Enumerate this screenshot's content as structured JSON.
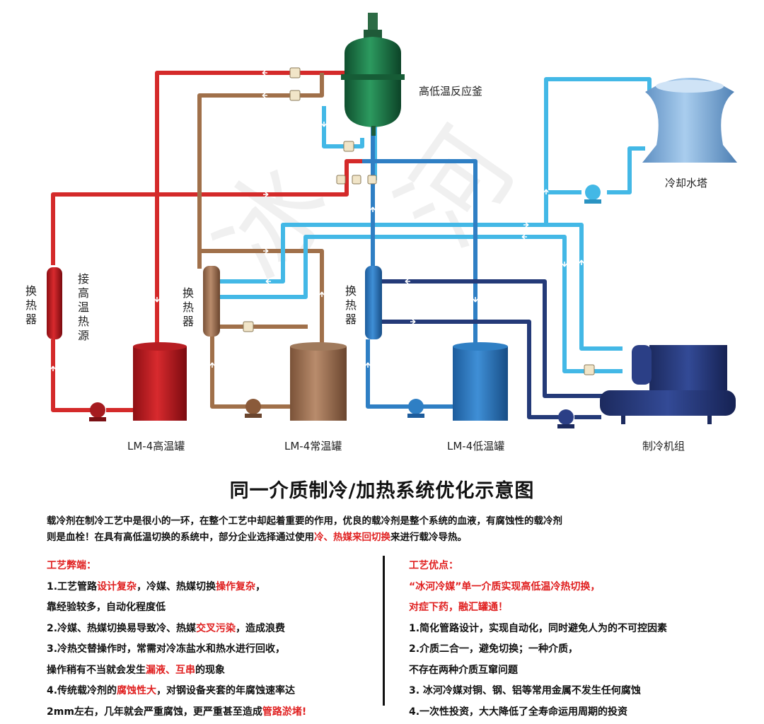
{
  "labels": {
    "reactor": "高低温反应釜",
    "tower": "冷却水塔",
    "hx1": "换热器",
    "hx1_side": "接高温热源",
    "hx2": "换热器",
    "hx3": "换热器",
    "tank_high": "LM-4高温罐",
    "tank_normal": "LM-4常温罐",
    "tank_low": "LM-4低温罐",
    "chiller": "制冷机组"
  },
  "title": "同一介质制冷/加热系统优化示意图",
  "intro": {
    "p1": "载冷剂在制冷工艺中是很小的一环，在整个工艺中却起着重要的作用，优良的载冷剂是整个系统的血液，有腐蚀性的载冷剂",
    "p2": "则是血栓！在具有高低温切换的系统中，部分企业选择通过使用",
    "p2_red": "冷、热媒来回切换",
    "p2_end": "来进行载冷导热。"
  },
  "cons": {
    "heading": "工艺弊端：",
    "l1a": "1.工艺管路",
    "l1b": "设计复杂",
    "l1c": "，冷媒、热媒切换",
    "l1d": "操作复杂",
    "l1e": "，",
    "l2": "靠经验较多，自动化程度低",
    "l3a": "2.冷媒、热媒切换易导致冷、热媒",
    "l3b": "交叉污染",
    "l3c": "，造成浪费",
    "l4": "3.冷热交替操作时，常需对冷冻盐水和热水进行回收，",
    "l5a": "操作稍有不当就会发生",
    "l5b": "漏液、互串",
    "l5c": "的现象",
    "l6a": "4.传统载冷剂的",
    "l6b": "腐蚀性大",
    "l6c": "，对钢设备夹套的年腐蚀速率达",
    "l7a": "2mm左右，几年就会严重腐蚀，更严重甚至造成",
    "l7b": "管路淤堵!"
  },
  "pros": {
    "heading": "工艺优点：",
    "l1": "“冰河冷媒”单一介质实现高低温冷热切换，",
    "l2": "对症下药，融汇罐通！",
    "l3": "1.简化管路设计，实现自动化，同时避免人为的不可控因素",
    "l4": "2.介质二合一，避免切换；一种介质，",
    "l5": "不存在两种介质互窜问题",
    "l6": "3. 冰河冷媒对铜、钢、铝等常用金属不发生任何腐蚀",
    "l7": "4.一次性投资，大大降低了全寿命运用周期的投资"
  },
  "colors": {
    "hot_pipe": "#d42a2a",
    "warm_pipe": "#a0704a",
    "cool_pipe": "#43b8e6",
    "cold_pipe": "#2f7fc4",
    "navy_pipe": "#243a78",
    "reactor": "#1f7a4a",
    "accent_red": "#e02020"
  }
}
